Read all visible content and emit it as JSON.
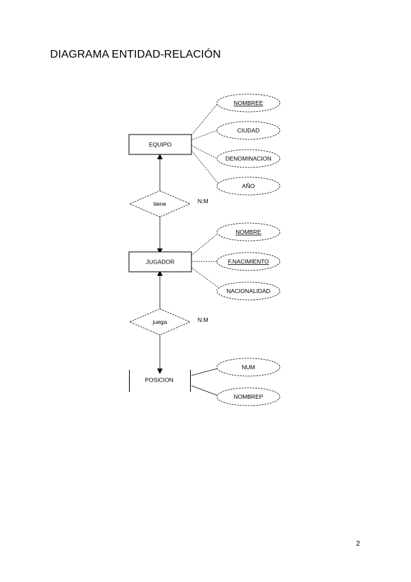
{
  "page": {
    "title": "DIAGRAMA ENTIDAD-RELACIÓN",
    "page_number": "2"
  },
  "diagram": {
    "entities": {
      "equipo": "EQUIPO",
      "jugador": "JUGADOR",
      "posicion": "POSICION"
    },
    "relationships": {
      "tiene": {
        "label": "tiene",
        "cardinality": "N:M"
      },
      "juega": {
        "label": "juega",
        "cardinality": "N:M"
      }
    },
    "attributes": {
      "equipo": [
        {
          "label": "NOMBREE",
          "key": true
        },
        {
          "label": "CIUDAD",
          "key": false
        },
        {
          "label": "DENOMINACION",
          "key": false
        },
        {
          "label": "AÑO",
          "key": false
        }
      ],
      "jugador": [
        {
          "label": "NOMBRE",
          "key": true
        },
        {
          "label": "F.NACIMIENTO",
          "key": true
        },
        {
          "label": "NACIONALIDAD",
          "key": false
        }
      ],
      "posicion": [
        {
          "label": "NUM",
          "key": false
        },
        {
          "label": "NOMBREP",
          "key": false
        }
      ]
    }
  }
}
